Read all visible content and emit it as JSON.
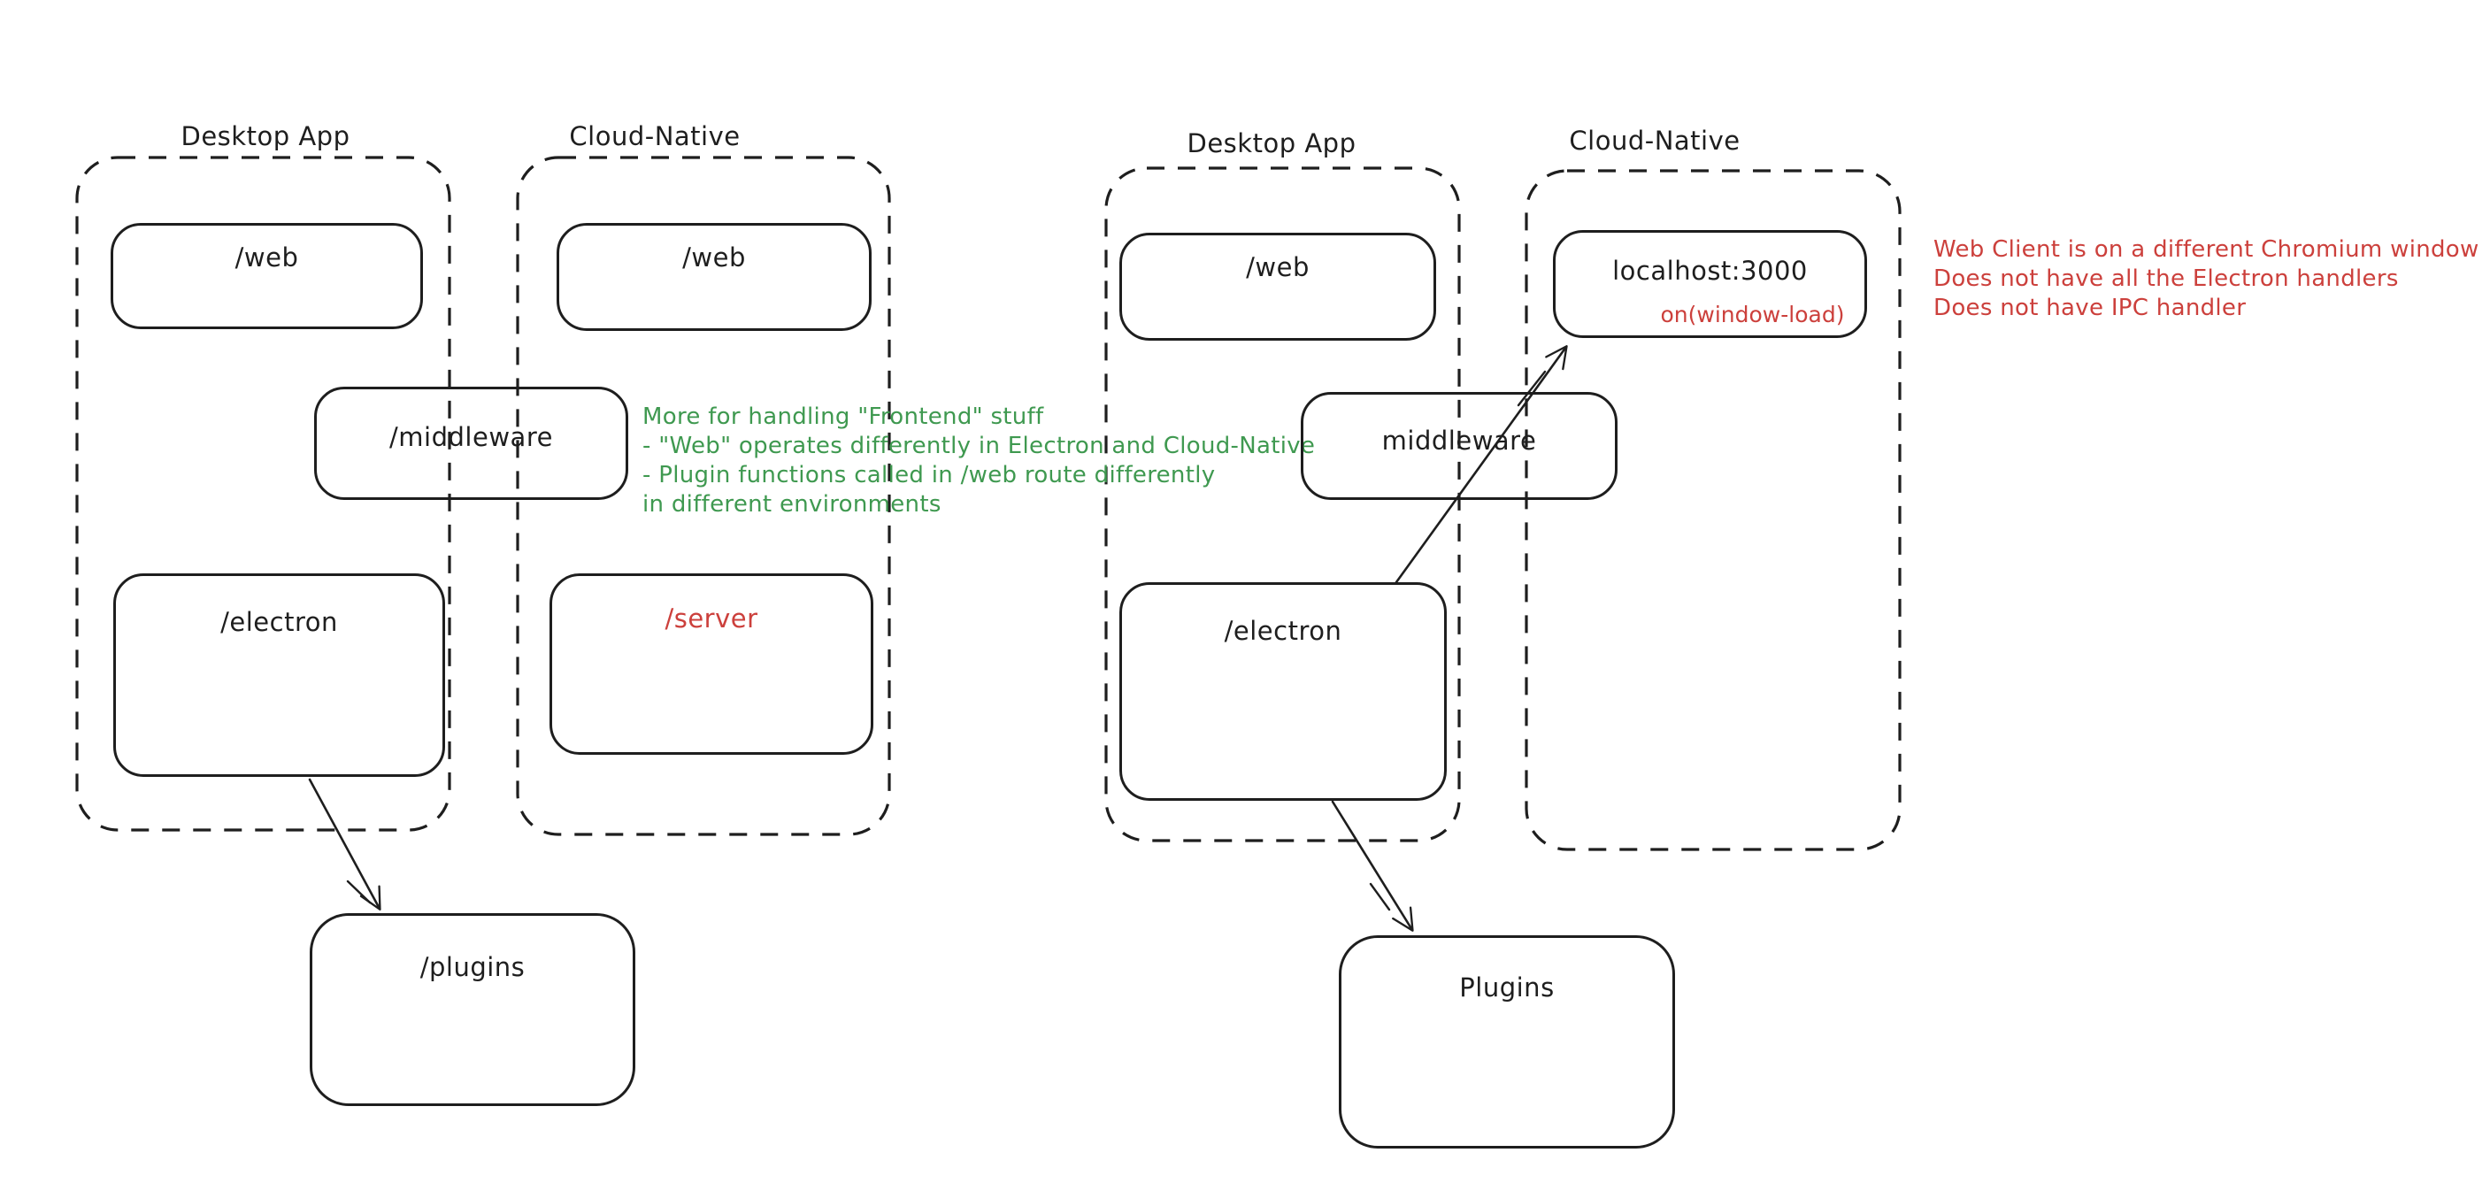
{
  "colors": {
    "ink": "#1e1e1e",
    "green": "#3f9950",
    "red": "#cc403c",
    "background": "#ffffff"
  },
  "left_diagram": {
    "desktop_app": {
      "title": "Desktop App",
      "web_label": "/web",
      "electron_label": "/electron"
    },
    "cloud_native": {
      "title": "Cloud-Native",
      "web_label": "/web",
      "server_label": "/server"
    },
    "middleware_label": "/middleware",
    "plugins_label": "/plugins",
    "note_green": {
      "lines": [
        "More for handling \"Frontend\" stuff",
        "- \"Web\" operates differently in Electron and Cloud-Native",
        "- Plugin functions called in /web route differently",
        "in different environments"
      ]
    }
  },
  "right_diagram": {
    "desktop_app": {
      "title": "Desktop App",
      "web_label": "/web",
      "electron_label": "/electron"
    },
    "cloud_native": {
      "title": "Cloud-Native",
      "localhost_label": "localhost:3000",
      "window_load_label": "on(window-load)"
    },
    "middleware_label": "middleware",
    "plugins_label": "Plugins",
    "note_red": {
      "lines": [
        "Web Client is on a different Chromium window",
        "Does not have all the Electron handlers",
        "Does not have IPC handler"
      ]
    }
  }
}
